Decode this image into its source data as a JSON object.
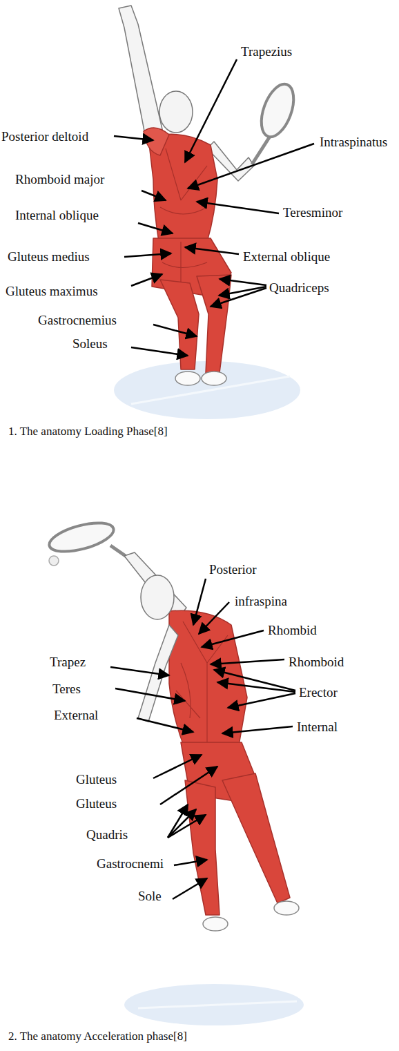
{
  "diagram": {
    "labels": [
      "Trapezius",
      "Intraspinatus",
      "Posterior deltoid",
      "Rhomboid major",
      "Teresminor",
      "Internal oblique",
      "Gluteus medius",
      "External oblique",
      "Gluteus maximus",
      "Quadriceps",
      "Gastrocnemius",
      "Soleus",
      "1.   The anatomy Loading Phase[8]",
      "Posterior",
      "infraspina",
      "Rhombid",
      "Trapez",
      "Rhomboid",
      "Teres",
      "Erector",
      "External",
      "Internal",
      "Gluteus",
      "Gluteus",
      "Quadris",
      "Gastrocnemi",
      "Sole",
      "2.   The anatomy Acceleration phase[8]"
    ]
  }
}
